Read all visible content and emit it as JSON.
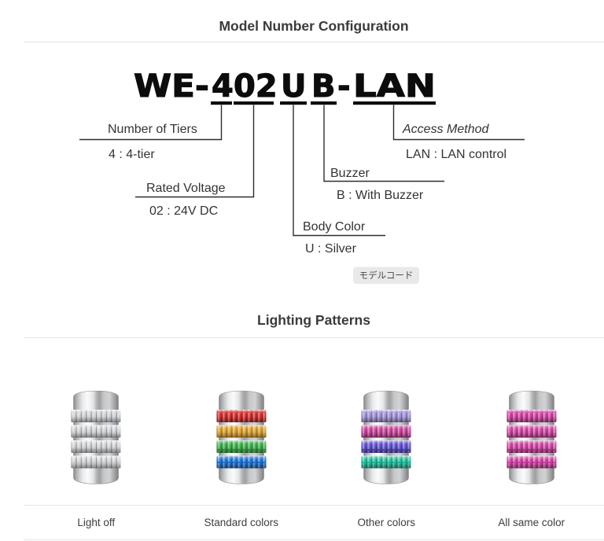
{
  "sections": {
    "model_config_title": "Model Number Configuration",
    "lighting_title": "Lighting Patterns"
  },
  "model_number": {
    "full": "WE-402UB-LAN",
    "prefix": "WE-",
    "tier_code": "4",
    "voltage_code": "02",
    "body_color_code": "U",
    "buzzer_code": "B",
    "separator": "-",
    "access_code": "LAN"
  },
  "callouts": {
    "tiers": {
      "label": "Number of Tiers",
      "value": "4 : 4-tier"
    },
    "voltage": {
      "label": "Rated Voltage",
      "value": "02 : 24V DC"
    },
    "body_color": {
      "label": "Body Color",
      "value": "U : Silver"
    },
    "buzzer": {
      "label": "Buzzer",
      "value": "B : With Buzzer"
    },
    "access": {
      "label": "Access Method",
      "value": "LAN : LAN control"
    }
  },
  "badge": {
    "label": "モデルコード",
    "bg": "#e9e9e9"
  },
  "lighting": {
    "patterns": [
      {
        "label": "Light off",
        "tiers": [
          "#d5d7da",
          "#d5d7da",
          "#d5d7da",
          "#d5d7da"
        ]
      },
      {
        "label": "Standard colors",
        "tiers": [
          "#d92b2b",
          "#e2a42a",
          "#3bb449",
          "#1f76d8"
        ]
      },
      {
        "label": "Other colors",
        "tiers": [
          "#a393dd",
          "#d0439f",
          "#6152d6",
          "#21c1a0"
        ]
      },
      {
        "label": "All same color",
        "tiers": [
          "#d843a8",
          "#d843a8",
          "#d843a8",
          "#d843a8"
        ]
      }
    ]
  },
  "theme": {
    "text": "#3a3a3a",
    "diagram_line": "#2d2d2d",
    "divider": "#e5e5e6",
    "badge_bg": "#e9e9e9",
    "chrome_body": "#c9cacc"
  }
}
